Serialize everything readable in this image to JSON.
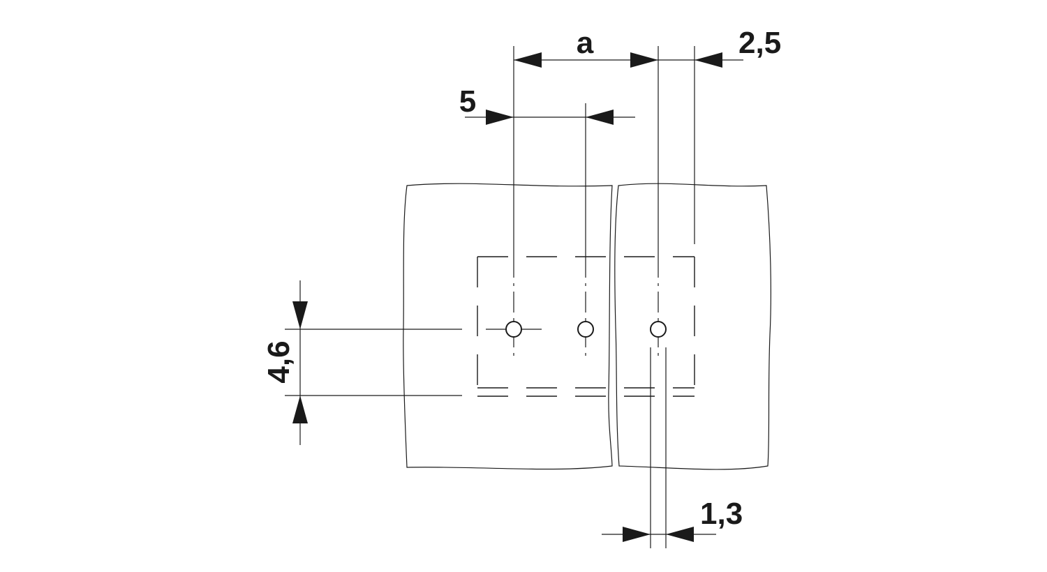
{
  "drawing": {
    "dimensions": {
      "a": "a",
      "pitch": "5",
      "offset": "2,5",
      "height": "4,6",
      "width": "1,3"
    },
    "colors": {
      "line": "#1a1a1a",
      "background": "#ffffff"
    }
  }
}
